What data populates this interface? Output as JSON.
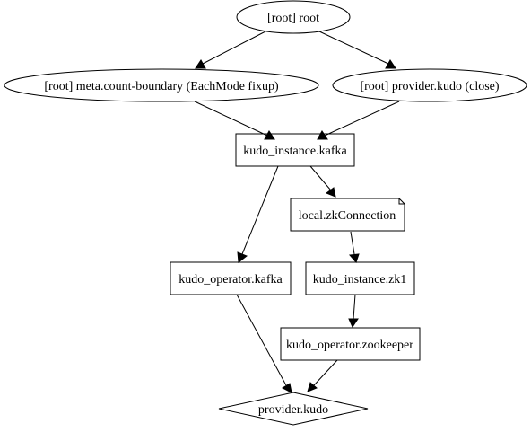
{
  "graph": {
    "nodes": {
      "root": {
        "label": "[root] root",
        "shape": "ellipse"
      },
      "meta_count_boundary": {
        "label": "[root] meta.count-boundary (EachMode fixup)",
        "shape": "ellipse"
      },
      "provider_kudo_close": {
        "label": "[root] provider.kudo (close)",
        "shape": "ellipse"
      },
      "kudo_instance_kafka": {
        "label": "kudo_instance.kafka",
        "shape": "box"
      },
      "local_zkconnection": {
        "label": "local.zkConnection",
        "shape": "note"
      },
      "kudo_operator_kafka": {
        "label": "kudo_operator.kafka",
        "shape": "box"
      },
      "kudo_instance_zk1": {
        "label": "kudo_instance.zk1",
        "shape": "box"
      },
      "kudo_operator_zookeeper": {
        "label": "kudo_operator.zookeeper",
        "shape": "box"
      },
      "provider_kudo": {
        "label": "provider.kudo",
        "shape": "diamond"
      }
    },
    "edges": [
      {
        "from": "root",
        "to": "meta_count_boundary"
      },
      {
        "from": "root",
        "to": "provider_kudo_close"
      },
      {
        "from": "meta_count_boundary",
        "to": "kudo_instance_kafka"
      },
      {
        "from": "provider_kudo_close",
        "to": "kudo_instance_kafka"
      },
      {
        "from": "kudo_instance_kafka",
        "to": "local_zkconnection"
      },
      {
        "from": "kudo_instance_kafka",
        "to": "kudo_operator_kafka"
      },
      {
        "from": "local_zkconnection",
        "to": "kudo_instance_zk1"
      },
      {
        "from": "kudo_instance_zk1",
        "to": "kudo_operator_zookeeper"
      },
      {
        "from": "kudo_operator_kafka",
        "to": "provider_kudo"
      },
      {
        "from": "kudo_operator_zookeeper",
        "to": "provider_kudo"
      }
    ]
  }
}
